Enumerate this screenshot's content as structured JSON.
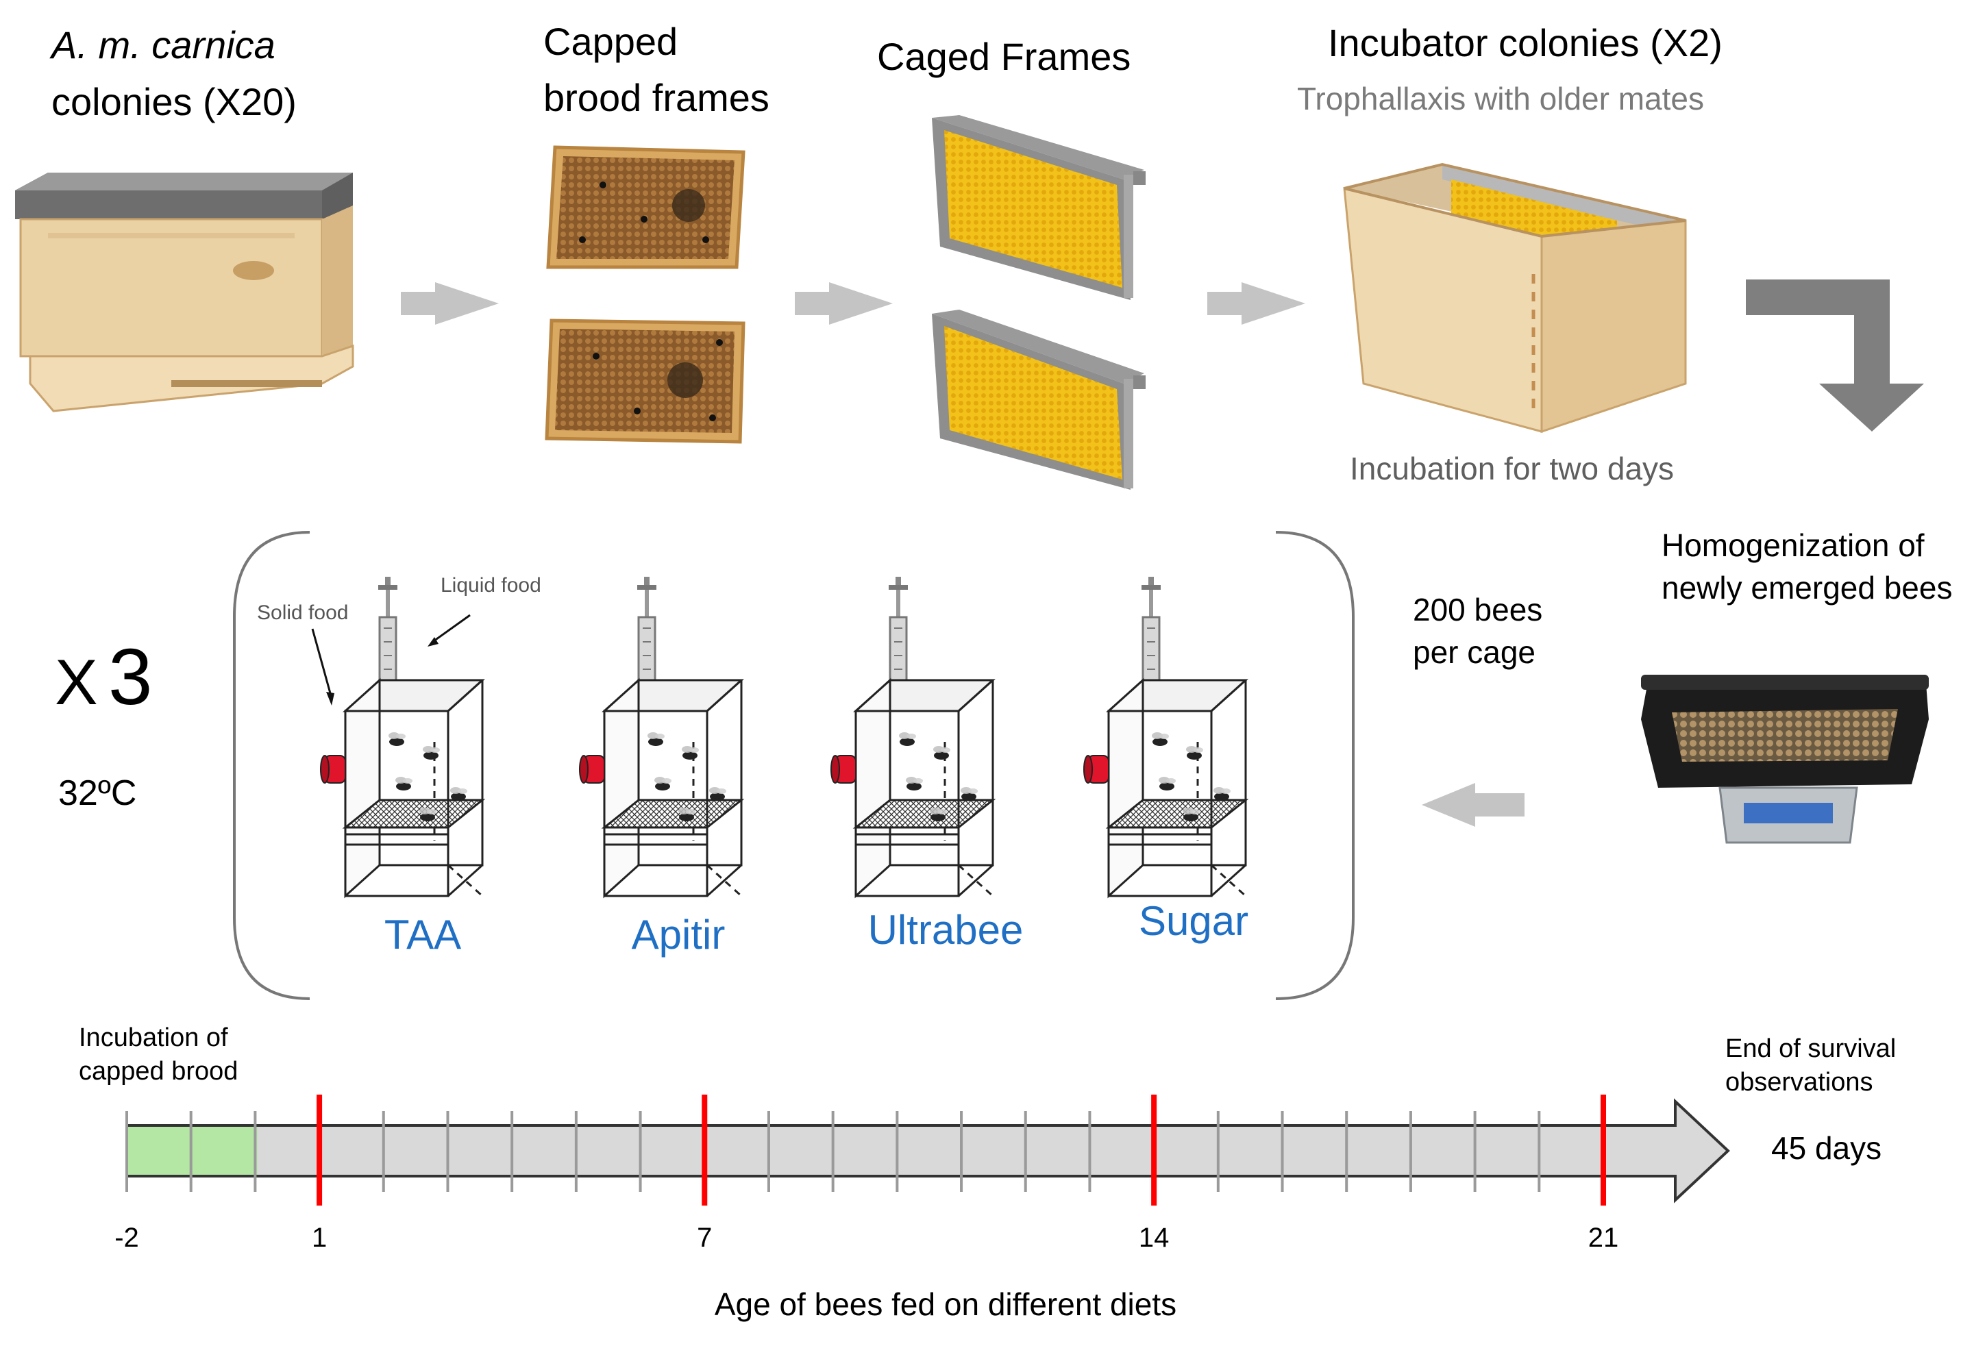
{
  "top": {
    "colonies_title_species": "A. m. carnica",
    "colonies_title_rest": "colonies (X20)",
    "brood_title_line1": "Capped",
    "brood_title_line2": "brood frames",
    "caged_title": "Caged Frames",
    "incubator_title": "Incubator colonies (X2)",
    "incubator_subtitle": "Trophallaxis with older mates",
    "incubation_caption": "Incubation for two days"
  },
  "middle": {
    "replicates_x": "X",
    "replicates_n": "3",
    "temperature": "32ºC",
    "solid_food_label": "Solid food",
    "liquid_food_label": "Liquid food",
    "cage_labels": [
      "TAA",
      "Apitir",
      "Ultrabee",
      "Sugar"
    ],
    "bees_per_cage_line1": "200 bees",
    "bees_per_cage_line2": "per cage",
    "homogenization_line1": "Homogenization of",
    "homogenization_line2": "newly emerged bees"
  },
  "timeline": {
    "start_label_line1": "Incubation of",
    "start_label_line2": "capped brood",
    "end_label_line1": "End of  survival",
    "end_label_line2": "observations",
    "end_days": "45 days",
    "tick_start": -2,
    "tick_end": 21,
    "incubation_period": [
      -2,
      0
    ],
    "marked_days": [
      1,
      7,
      14,
      21
    ],
    "axis_labels": [
      "-2",
      "1",
      "7",
      "14",
      "21"
    ],
    "axis_title": "Age of  bees  fed on different diets"
  },
  "colors": {
    "diet_label_blue": "#1f6fc4",
    "arrow_gray": "#c4c4c4",
    "elbow_arrow_gray": "#7f7f7f",
    "timeline_fill": "#d9d9d9",
    "incubation_green": "#b4e6a4",
    "day_marker_red": "#ff0000",
    "comb_yellow": "#f2c21a",
    "wood": "#e9cfa3",
    "feeder_red": "#e0142a"
  }
}
